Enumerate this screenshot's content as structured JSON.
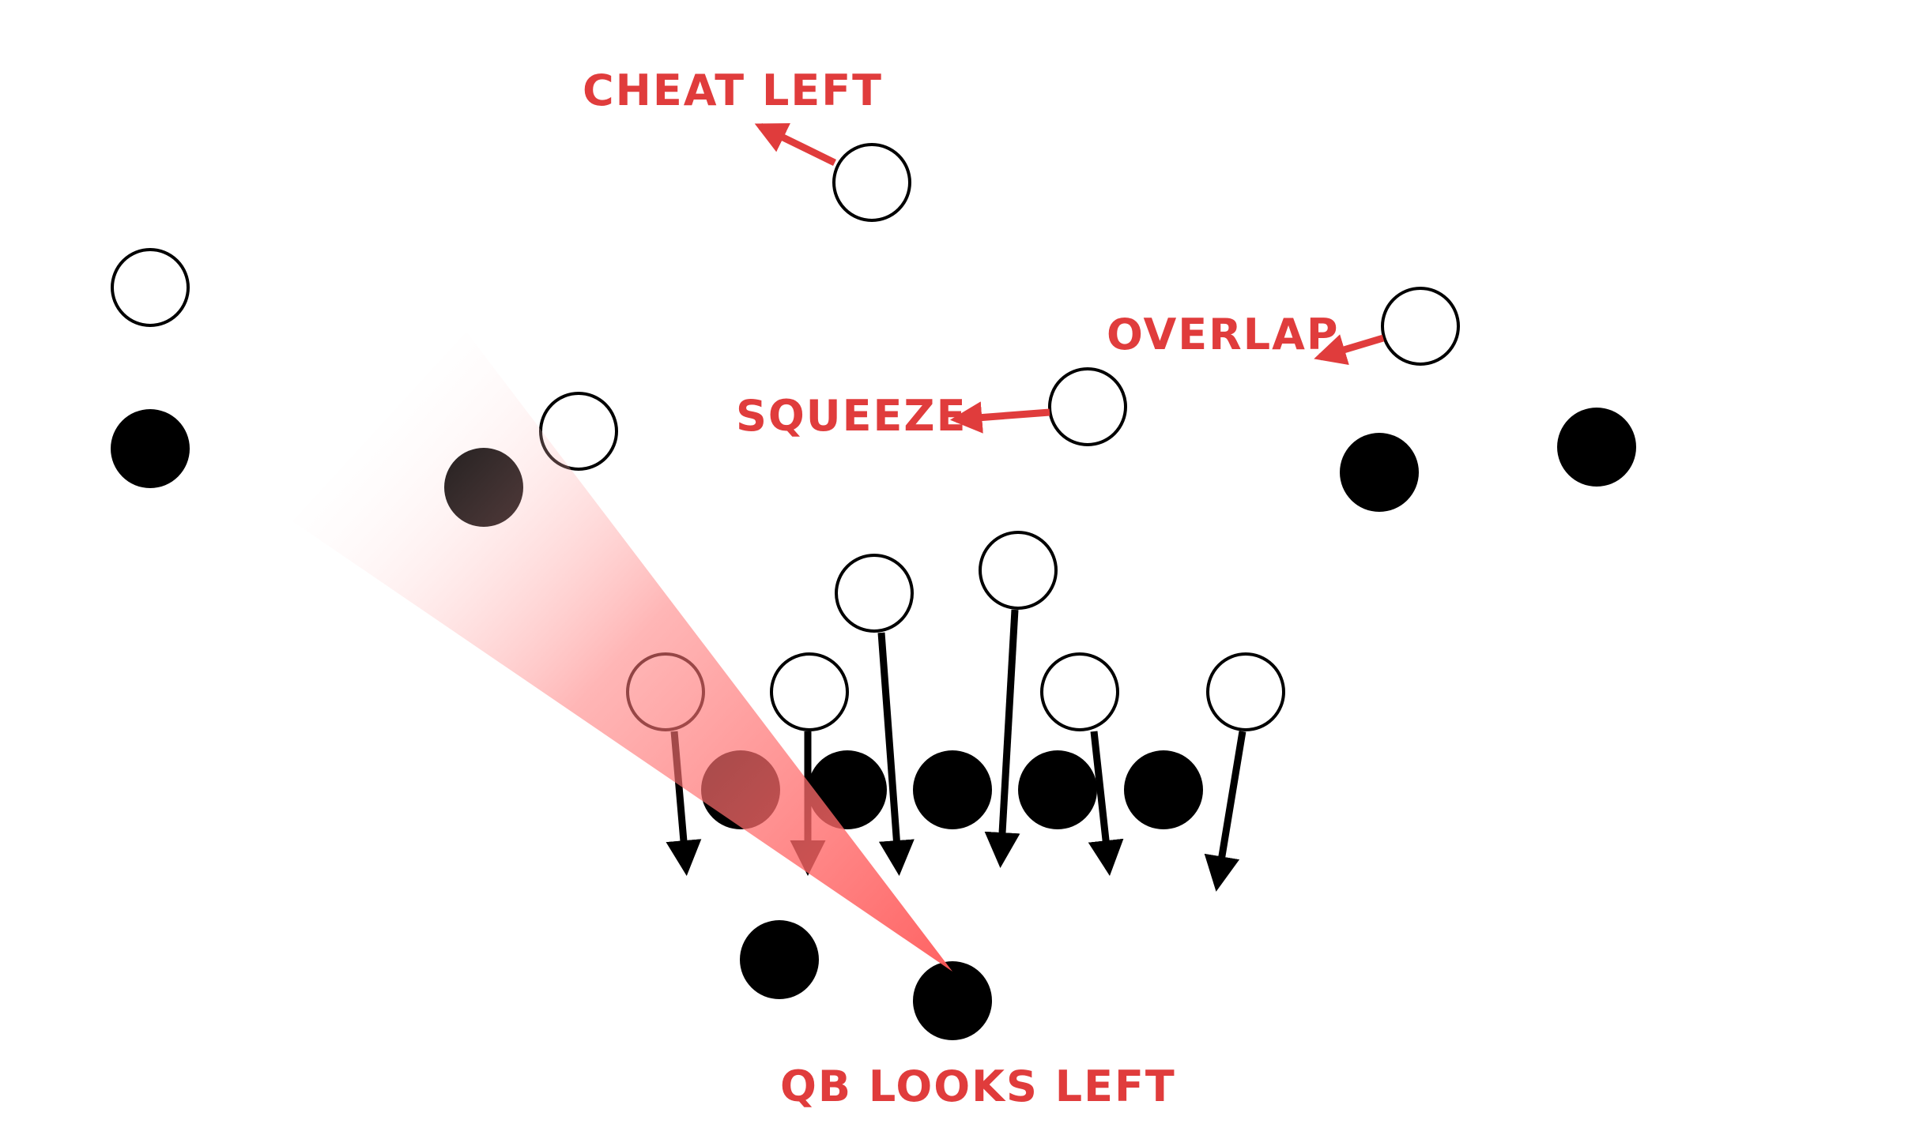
{
  "colors": {
    "annotation": "#e03c3c",
    "offense": "#000000",
    "defense_fill": "#ffffff",
    "defense_stroke": "#000000",
    "qb_view": "#ff5a5a"
  },
  "labels": {
    "cheat_left": "CHEAT LEFT",
    "overlap": "OVERLAP",
    "squeeze": "SQUEEZE",
    "qb_looks_left": "QB LOOKS LEFT"
  },
  "players": {
    "offense_count": 11,
    "defense_count": 11
  }
}
